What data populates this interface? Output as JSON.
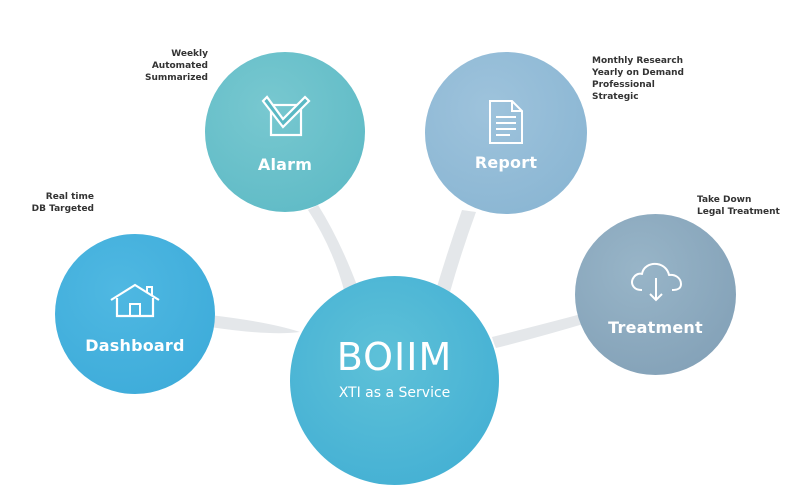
{
  "center": {
    "title": "BOIIM",
    "subtitle": "XTI as a Service"
  },
  "nodes": {
    "dashboard": {
      "label": "Dashboard",
      "icon": "house-icon",
      "notes": [
        "Real time",
        "DB Targeted"
      ]
    },
    "alarm": {
      "label": "Alarm",
      "icon": "checkbox-check-icon",
      "notes": [
        "Weekly",
        "Automated",
        "Summarized"
      ]
    },
    "report": {
      "label": "Report",
      "icon": "document-icon",
      "notes": [
        "Monthly Research",
        "Yearly on Demand",
        "Professional",
        "Strategic"
      ]
    },
    "treatment": {
      "label": "Treatment",
      "icon": "cloud-download-icon",
      "notes": [
        "Take Down",
        "Legal Treatment"
      ]
    }
  },
  "colors": {
    "dashboard": "#3aa9d8",
    "alarm": "#5ab8c4",
    "report": "#86b3d1",
    "treatment": "#7f9db4",
    "center": "#3eacd3",
    "connector": "#e4e7ea"
  }
}
